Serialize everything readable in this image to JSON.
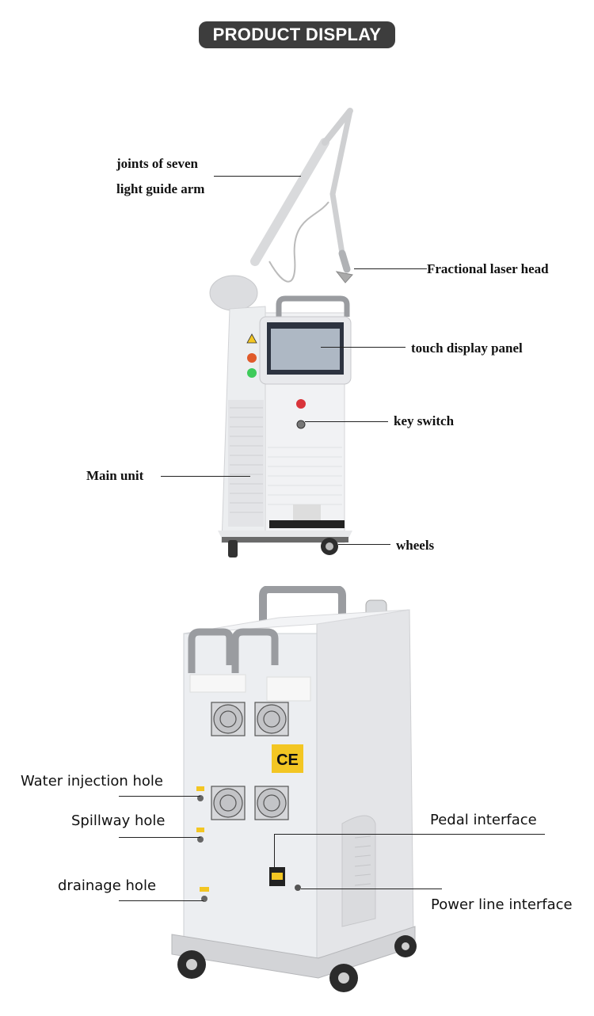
{
  "header": {
    "title": "PRODUCT DISPLAY"
  },
  "front_view": {
    "labels": {
      "arm_line1": "joints of seven",
      "arm_line2": "light guide arm",
      "laser_head": "Fractional laser head",
      "touch_panel": "touch display panel",
      "key_switch": "key switch",
      "main_unit": "Main unit",
      "wheels": "wheels"
    }
  },
  "back_view": {
    "labels": {
      "water_injection": "Water injection hole",
      "spillway": "Spillway hole",
      "drainage": "drainage hole",
      "pedal": "Pedal interface",
      "power": "Power line interface"
    },
    "ce_mark": "CE"
  },
  "colors": {
    "banner": "#3d3d3d",
    "device_body": "#eeeff1",
    "handle": "#9a9ca0"
  }
}
